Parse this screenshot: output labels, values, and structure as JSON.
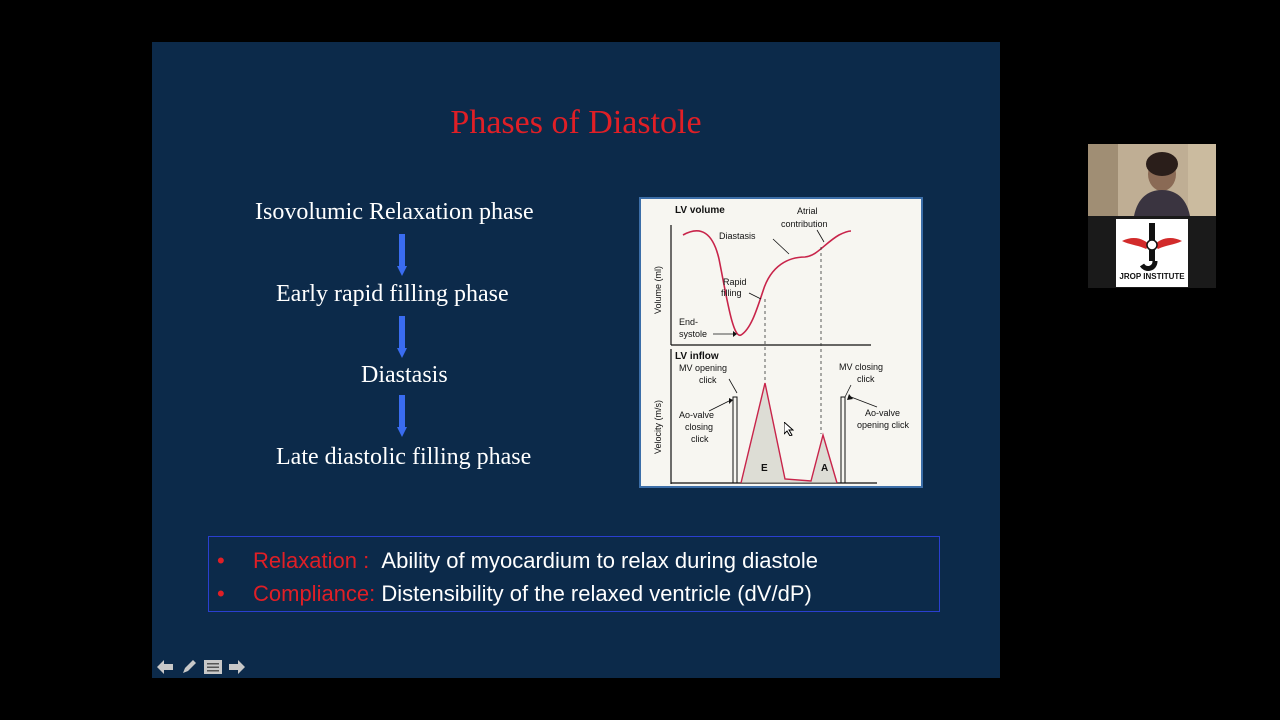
{
  "slide": {
    "title": "Phases of Diastole",
    "phases": [
      "Isovolumic Relaxation phase",
      "Early rapid  filling phase",
      "Diastasis",
      "Late diastolic filling phase"
    ],
    "definitions": [
      {
        "bullet": "•",
        "term": "Relaxation :",
        "text": "Ability of myocardium to relax during diastole"
      },
      {
        "bullet": "•",
        "term": "Compliance:",
        "text": "Distensibility of the relaxed ventricle (dV/dP)"
      }
    ],
    "colors": {
      "background": "#0c2a4a",
      "title": "#e01f26",
      "text": "#ffffff",
      "arrow": "#3a6cf0",
      "box_border": "#2a3fd0"
    }
  },
  "figure": {
    "top_title": "LV volume",
    "top_ylabel": "Volume (ml)",
    "labels": {
      "diastasis": "Diastasis",
      "atrial": [
        "Atrial",
        "contribution"
      ],
      "rapid": [
        "Rapid",
        "filling"
      ],
      "endsys": [
        "End-",
        "systole"
      ]
    },
    "bottom_title": "LV inflow",
    "bottom_ylabel": "Velocity (m/s)",
    "bottom_labels": {
      "mv_open": [
        "MV opening",
        "click"
      ],
      "ao_close": [
        "Ao-valve",
        "closing",
        "click"
      ],
      "mv_close": [
        "MV closing",
        "click"
      ],
      "ao_open": [
        "Ao-valve",
        "opening click"
      ],
      "e": "E",
      "a": "A"
    }
  },
  "nav": {
    "icons": [
      "back-arrow-icon",
      "pen-icon",
      "menu-icon",
      "forward-arrow-icon"
    ]
  },
  "webcam": {
    "logo_text": "JROP INSTITUTE"
  }
}
